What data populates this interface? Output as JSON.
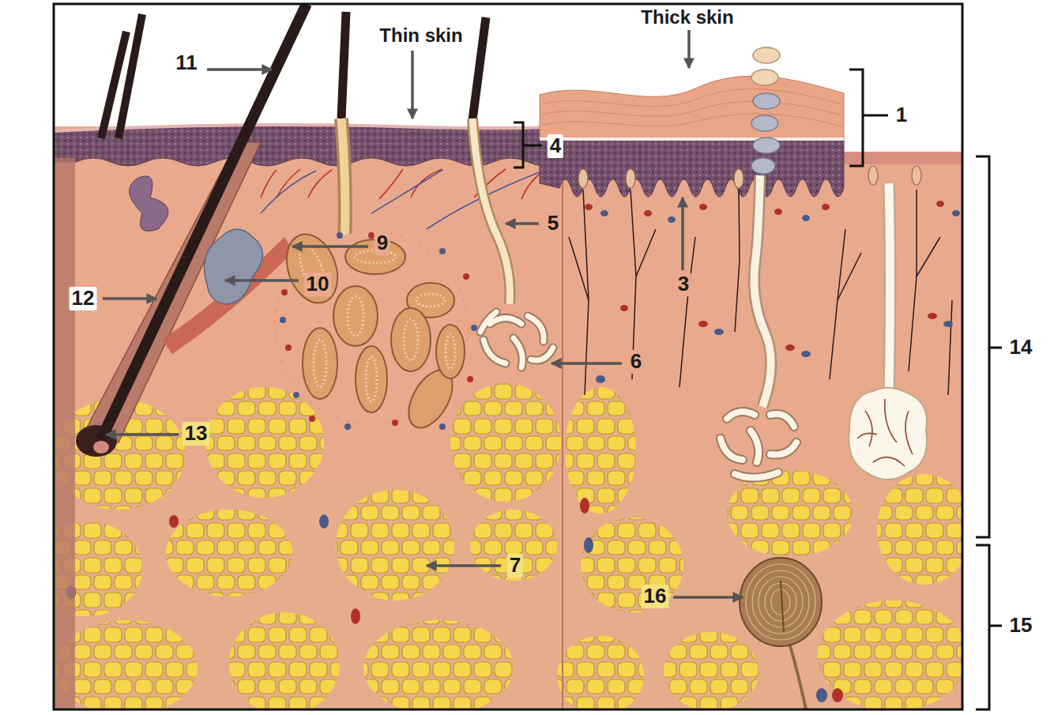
{
  "diagram": {
    "labels": [
      "Thin skin",
      "Thick skin",
      "11",
      "4",
      "1",
      "5",
      "9",
      "10",
      "12",
      "3",
      "6",
      "14",
      "13",
      "7",
      "16",
      "15"
    ]
  }
}
